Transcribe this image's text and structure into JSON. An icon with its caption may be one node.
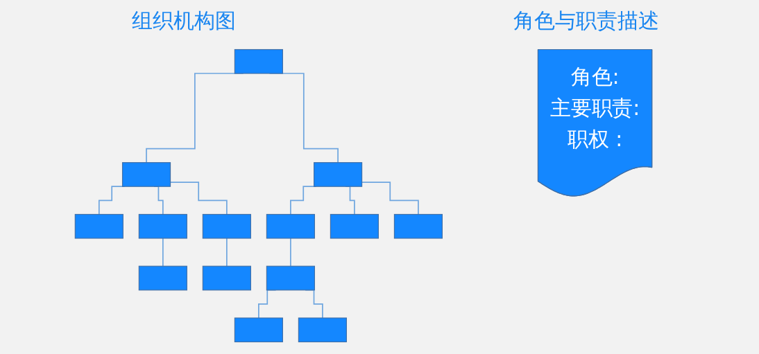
{
  "diagram": {
    "nodes": [
      {
        "text": [],
        "shape": "box"
      },
      {
        "text": [],
        "shape": "box"
      },
      {
        "text": [],
        "shape": "box"
      },
      {
        "text": [],
        "shape": "box"
      },
      {
        "text": [],
        "shape": "box"
      },
      {
        "text": [],
        "shape": "box"
      },
      {
        "text": [],
        "shape": "box"
      },
      {
        "text": [],
        "shape": "box"
      },
      {
        "text": [],
        "shape": "box"
      },
      {
        "text": [],
        "shape": "box"
      },
      {
        "text": [],
        "shape": "box"
      },
      {
        "text": [],
        "shape": "box"
      },
      {
        "text": [],
        "shape": "box"
      },
      {
        "text": [],
        "shape": "box"
      },
      {
        "text": [
          "角色:",
          "主要职责:",
          "职权 :"
        ]
      }
    ],
    "edges": [
      {
        "from": 0,
        "to": 1,
        "arrow": "none"
      },
      {
        "from": 0,
        "to": 2,
        "arrow": "none"
      },
      {
        "from": 1,
        "to": 3,
        "arrow": "none"
      },
      {
        "from": 1,
        "to": 4,
        "arrow": "none"
      },
      {
        "from": 1,
        "to": 5,
        "arrow": "none"
      },
      {
        "from": 2,
        "to": 6,
        "arrow": "none"
      },
      {
        "from": 2,
        "to": 7,
        "arrow": "none"
      },
      {
        "from": 2,
        "to": 8,
        "arrow": "none"
      },
      {
        "from": 4,
        "to": 9,
        "arrow": "none"
      },
      {
        "from": 5,
        "to": 10,
        "arrow": "none"
      },
      {
        "from": 6,
        "to": 11,
        "arrow": "none"
      },
      {
        "from": 11,
        "to": 12,
        "arrow": "none"
      },
      {
        "from": 11,
        "to": 13,
        "arrow": "none"
      }
    ],
    "labels": [
      "组织机构图",
      "角色与职责描述"
    ]
  }
}
